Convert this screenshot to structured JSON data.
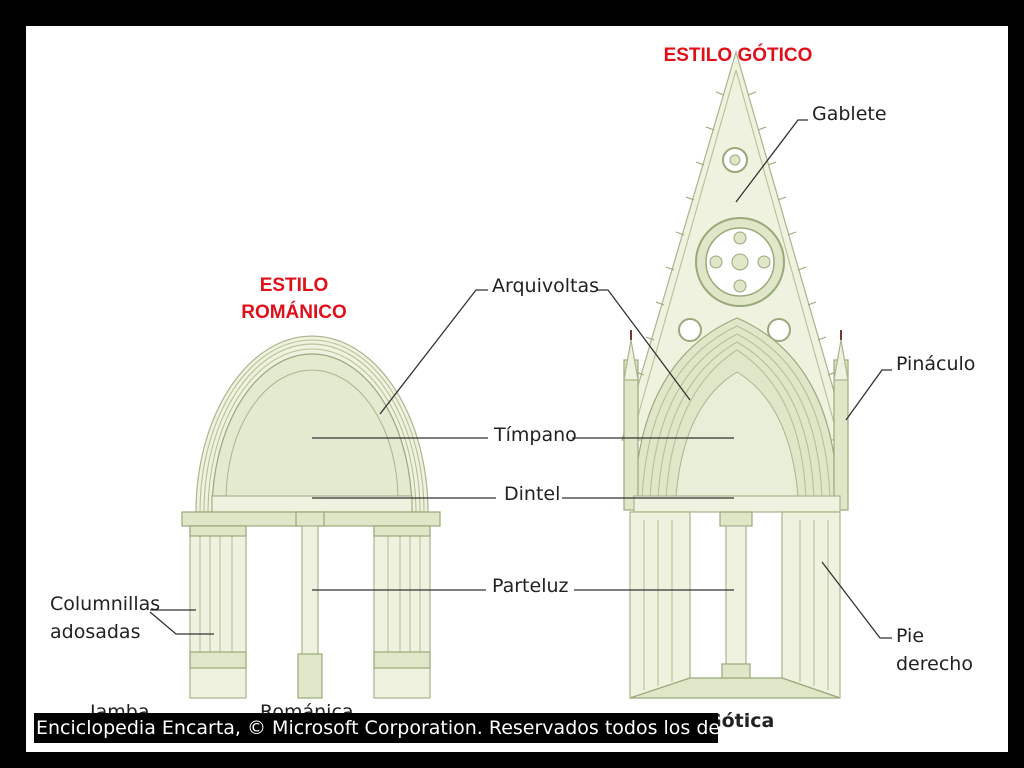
{
  "titles": {
    "gothic": "ESTILO GÓTICO",
    "romanesque_line1": "ESTILO",
    "romanesque_line2": "ROMÁNICO"
  },
  "labels": {
    "gablete": "Gablete",
    "arquivoltas": "Arquivoltas",
    "pinaculo": "Pináculo",
    "timpano": "Tímpano",
    "dintel": "Dintel",
    "parteluz": "Parteluz",
    "columnillas_line1": "Columnillas",
    "columnillas_line2": "adosadas",
    "pie_line1": "Pie",
    "pie_line2": "derecho",
    "jamba_partial": "Jamba",
    "romanica_partial": "Románica",
    "gotica_partial": "Gótica"
  },
  "credit": "Enciclopedia Encarta, © Microsoft Corporation. Reservados todos los derechos.",
  "colors": {
    "title_red": "#e0101a",
    "stone_light": "#eef2df",
    "stone_line": "#a9b58c",
    "background": "#000000",
    "panel": "#ffffff"
  }
}
